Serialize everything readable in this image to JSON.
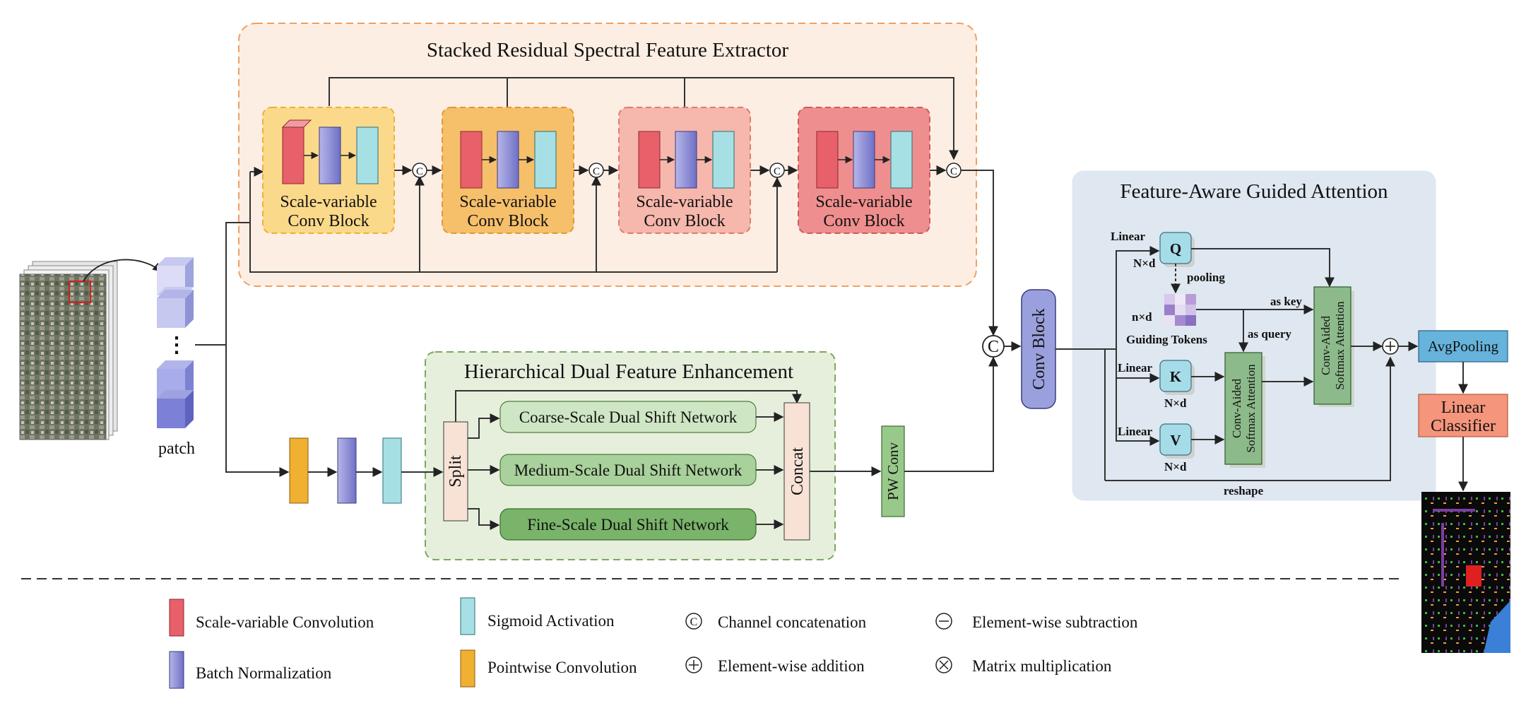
{
  "srsfe": {
    "title": "Stacked Residual Spectral Feature Extractor",
    "block_line1": "Scale-variable",
    "block_line2": "Conv Block"
  },
  "input": {
    "patch_label": "patch",
    "ellipsis": "⋮"
  },
  "hdfe": {
    "title": "Hierarchical Dual Feature Enhancement",
    "split": "Split",
    "concat": "Concat",
    "coarse": "Coarse-Scale Dual Shift Network",
    "medium": "Medium-Scale Dual Shift Network",
    "fine": "Fine-Scale Dual Shift Network"
  },
  "pw_conv": "PW Conv",
  "conv_block": "Conv Block",
  "fagua": {
    "title": "Feature-Aware Guided Attention",
    "linear": "Linear",
    "q": "Q",
    "k": "K",
    "v": "V",
    "nxd": "N×d",
    "small_nxd": "n×d",
    "pooling": "pooling",
    "guiding_tokens": "Guiding Tokens",
    "as_key": "as key",
    "as_query": "as query",
    "attn_line1": "Conv-Aided",
    "attn_line2": "Softmax Attention",
    "reshape": "reshape"
  },
  "head": {
    "avgpool": "AvgPooling",
    "linear1": "Linear",
    "linear2": "Classifier"
  },
  "symbols": {
    "concat": "C",
    "add": "+"
  },
  "legend": {
    "scale_conv": "Scale-variable Convolution",
    "batch_norm": "Batch Normalization",
    "sigmoid": "Sigmoid Activation",
    "pointwise": "Pointwise Convolution",
    "channel_concat": "Channel concatenation",
    "elem_add": "Element-wise addition",
    "elem_sub": "Element-wise subtraction",
    "matmul": "Matrix multiplication"
  },
  "colors": {
    "scale_conv": "#e8606a",
    "batch_norm": "#8f8fd0",
    "sigmoid": "#a6e0e4",
    "pointwise": "#f0b030",
    "srsfe_bg": "#fdeee3",
    "srsfe_border": "#f0a060",
    "hdfe_bg": "#e6efdc",
    "hdfe_border": "#7ca860",
    "fagua_bg": "#dfe7f0",
    "attn_green": "#8dba8a",
    "avgpool": "#66b3dc",
    "classifier": "#f4957c",
    "conv_block": "#9aa0dd"
  }
}
